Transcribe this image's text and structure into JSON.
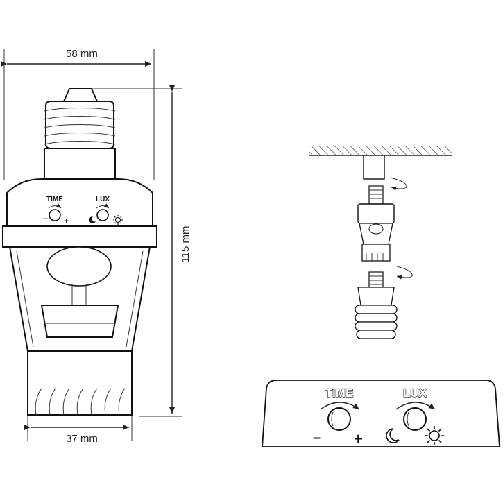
{
  "dimensions": {
    "width_top": "58 mm",
    "width_bottom": "37 mm",
    "height": "115 mm"
  },
  "controls": {
    "time_label": "TIME",
    "lux_label": "LUX",
    "minus": "–",
    "plus": "+"
  },
  "icons": {
    "moon": "moon-icon",
    "sun": "sun-icon",
    "rotate": "rotate-arrow-icon"
  }
}
